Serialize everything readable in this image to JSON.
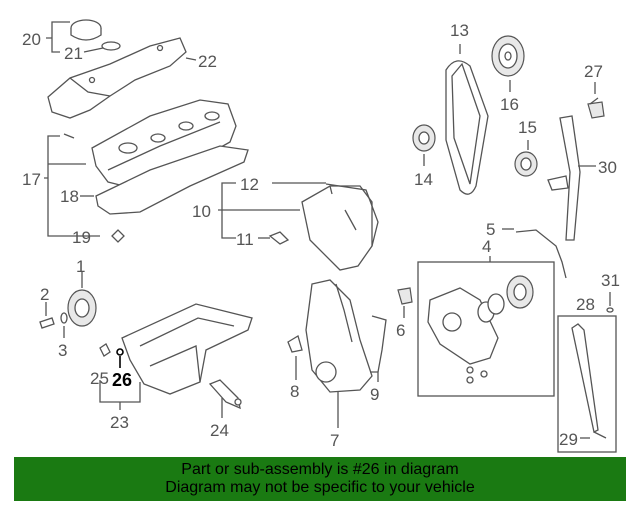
{
  "diagram": {
    "callouts": {
      "c1": "1",
      "c2": "2",
      "c3": "3",
      "c4": "4",
      "c5": "5",
      "c6": "6",
      "c7": "7",
      "c8": "8",
      "c9": "9",
      "c10": "10",
      "c11": "11",
      "c12": "12",
      "c13": "13",
      "c14": "14",
      "c15": "15",
      "c16": "16",
      "c17": "17",
      "c18": "18",
      "c19": "19",
      "c20": "20",
      "c21": "21",
      "c22": "22",
      "c23": "23",
      "c24": "24",
      "c25": "25",
      "c26": "26",
      "c27": "27",
      "c28": "28",
      "c29": "29",
      "c30": "30",
      "c31": "31"
    },
    "highlight_part": "26",
    "highlight_color": "#000000",
    "line_color": "#555555"
  },
  "banner": {
    "line1": "Part or sub-assembly is #26 in diagram",
    "line2": "Diagram may not be specific to your vehicle",
    "background": "#1a7a12"
  }
}
